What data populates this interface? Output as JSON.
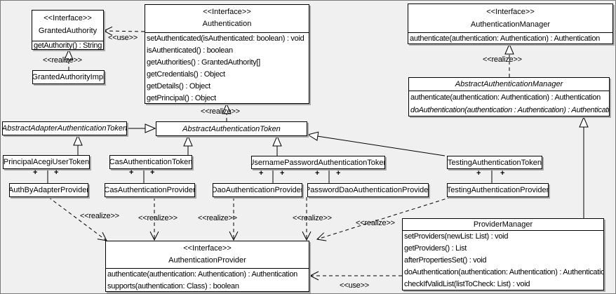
{
  "diagram": {
    "background_color": "#f0f0f0",
    "box_fill_color": "#ffffff",
    "line_color": "#000000"
  },
  "classes": {
    "granted_authority": {
      "stereotype": "<<Interface>>",
      "name": "GrantedAuthority",
      "methods": [
        "getAuthority() : String"
      ]
    },
    "granted_authority_impl": {
      "name": "GrantedAuthorityImpl"
    },
    "authentication": {
      "stereotype": "<<Interface>>",
      "name": "Authentication",
      "methods": [
        "setAuthenticated(isAuthenticated: boolean) : void",
        "isAuthenticated() : boolean",
        "getAuthorities() : GrantedAuthority[]",
        "getCredentials() : Object",
        "getDetails() : Object",
        "getPrincipal() : Object"
      ]
    },
    "authentication_manager": {
      "stereotype": "<<Interface>>",
      "name": "AuthenticationManager",
      "methods": [
        "authenticate(authentication: Authentication) : Authentication"
      ]
    },
    "abstract_authentication_manager": {
      "name": "AbstractAuthenticationManager",
      "methods": [
        "authenticate(authentication: Authentication) : Authentication",
        "doAuthentication(authentication : Authentication) : Authentication"
      ]
    },
    "abstract_adapter_authentication_token": {
      "name": "AbstractAdapterAuthenticationToken"
    },
    "abstract_authentication_token": {
      "name": "AbstractAuthenticationToken"
    },
    "principal_acegi_user_token": {
      "name": "PrincipalAcegiUserToken"
    },
    "cas_authentication_token": {
      "name": "CasAuthenticationToken"
    },
    "username_password_authentication_token": {
      "name": "UsernamePasswordAuthenticationToken"
    },
    "testing_authentication_token": {
      "name": "TestingAuthenticationToken"
    },
    "auth_by_adapter_provider": {
      "name": "AuthByAdapterProvider"
    },
    "cas_authentication_provider": {
      "name": "CasAuthenticationProvider"
    },
    "dao_authentication_provider": {
      "name": "DaoAuthenticationProvider"
    },
    "password_dao_authentication_provider": {
      "name": "PasswordDaoAuthenticationProvider"
    },
    "testing_authentication_provider": {
      "name": "TestingAuthenticationProvider"
    },
    "authentication_provider": {
      "stereotype": "<<Interface>>",
      "name": "AuthenticationProvider",
      "methods": [
        "authenticate(authentication: Authentication) : Authentication",
        "supports(authentication: Class) : boolean"
      ]
    },
    "provider_manager": {
      "name": "ProviderManager",
      "methods": [
        "setProviders(newList: List) : void",
        "getProviders() : List",
        "afterPropertiesSet() : void",
        "doAuthentication(authentication: Authentication) : Authentication",
        "checkIfValidList(listToCheck: List) : void"
      ]
    }
  },
  "edge_labels": {
    "use_granted_authority": "<<use>>",
    "realize_granted_authority": "<<realize>>",
    "realize_authentication_token": "<<realize>>",
    "realize_authentication_manager": "<<realize>>",
    "realize_auth_by_adapter_provider": "<<realize>>",
    "realize_cas_provider": "<<realize>>",
    "realize_dao_provider": "<<realize>>",
    "realize_password_dao_provider": "<<realize>>",
    "realize_testing_provider": "<<realize>>",
    "use_authentication_provider": "<<use>>",
    "multiplicity": "+"
  }
}
